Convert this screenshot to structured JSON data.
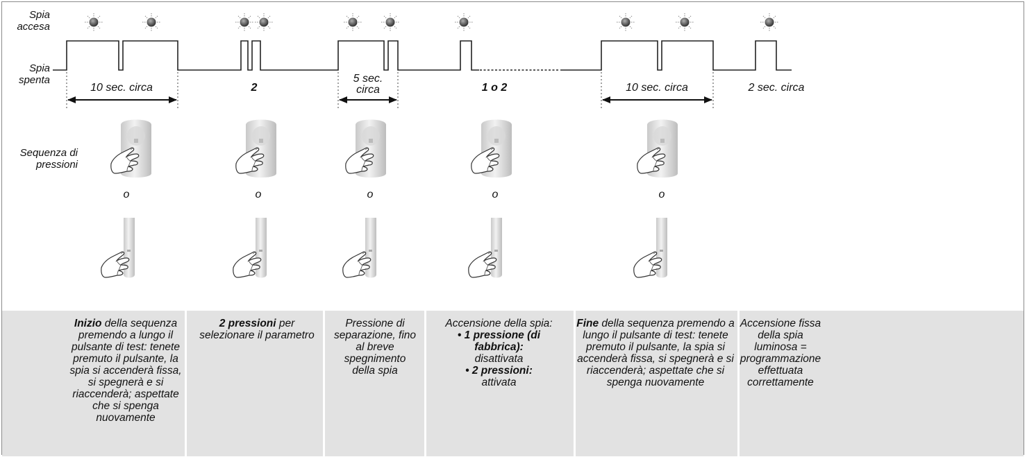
{
  "labels": {
    "spia_accesa": "Spia accesa",
    "spia_spenta": "Spia spenta",
    "sequenza": "Sequenza di pressioni",
    "or_word": "o"
  },
  "durations": {
    "d1": "10 sec. circa",
    "d2": "2",
    "d3_line1": "5 sec.",
    "d3_line2": "circa",
    "d4": "1 o 2",
    "d5": "10 sec. circa",
    "d6": "2 sec. circa"
  },
  "steps": [
    {
      "bold": "Inizio",
      "text": " della sequenza premendo a lungo il pulsante di test: tenete premuto il pulsante, la spia si accenderà fissa, si spegnerà e si riaccenderà; aspettate che si spenga nuovamente"
    },
    {
      "bold": "2 pressioni",
      "text": " per selezionare il parametro"
    },
    {
      "bold": "",
      "text": "Pressione di separazione, fino al breve spegnimento della spia"
    },
    {
      "intro": "Accensione della spia:",
      "opt1_bold": "• 1 pressione (di fabbrica):",
      "opt1_text": "disattivata",
      "opt2_bold": "• 2 pressioni:",
      "opt2_text": "attivata"
    },
    {
      "bold": "Fine",
      "text": " della sequenza premendo a lungo il pulsante di test: tenete premuto il pulsante, la spia si accenderà fissa, si spegnerà e si riaccenderà; aspettate che si spenga nuovamente"
    },
    {
      "bold": "",
      "text": "Accensione fissa della spia luminosa = programmazione effettuata correttamente"
    }
  ],
  "colors": {
    "panel": "#e2e2e2",
    "line": "#222222",
    "bulb": "#6a6a6a"
  },
  "icons": [
    "led-on-icon",
    "detector-press-icon",
    "slim-detector-press-icon",
    "double-arrow-icon"
  ]
}
